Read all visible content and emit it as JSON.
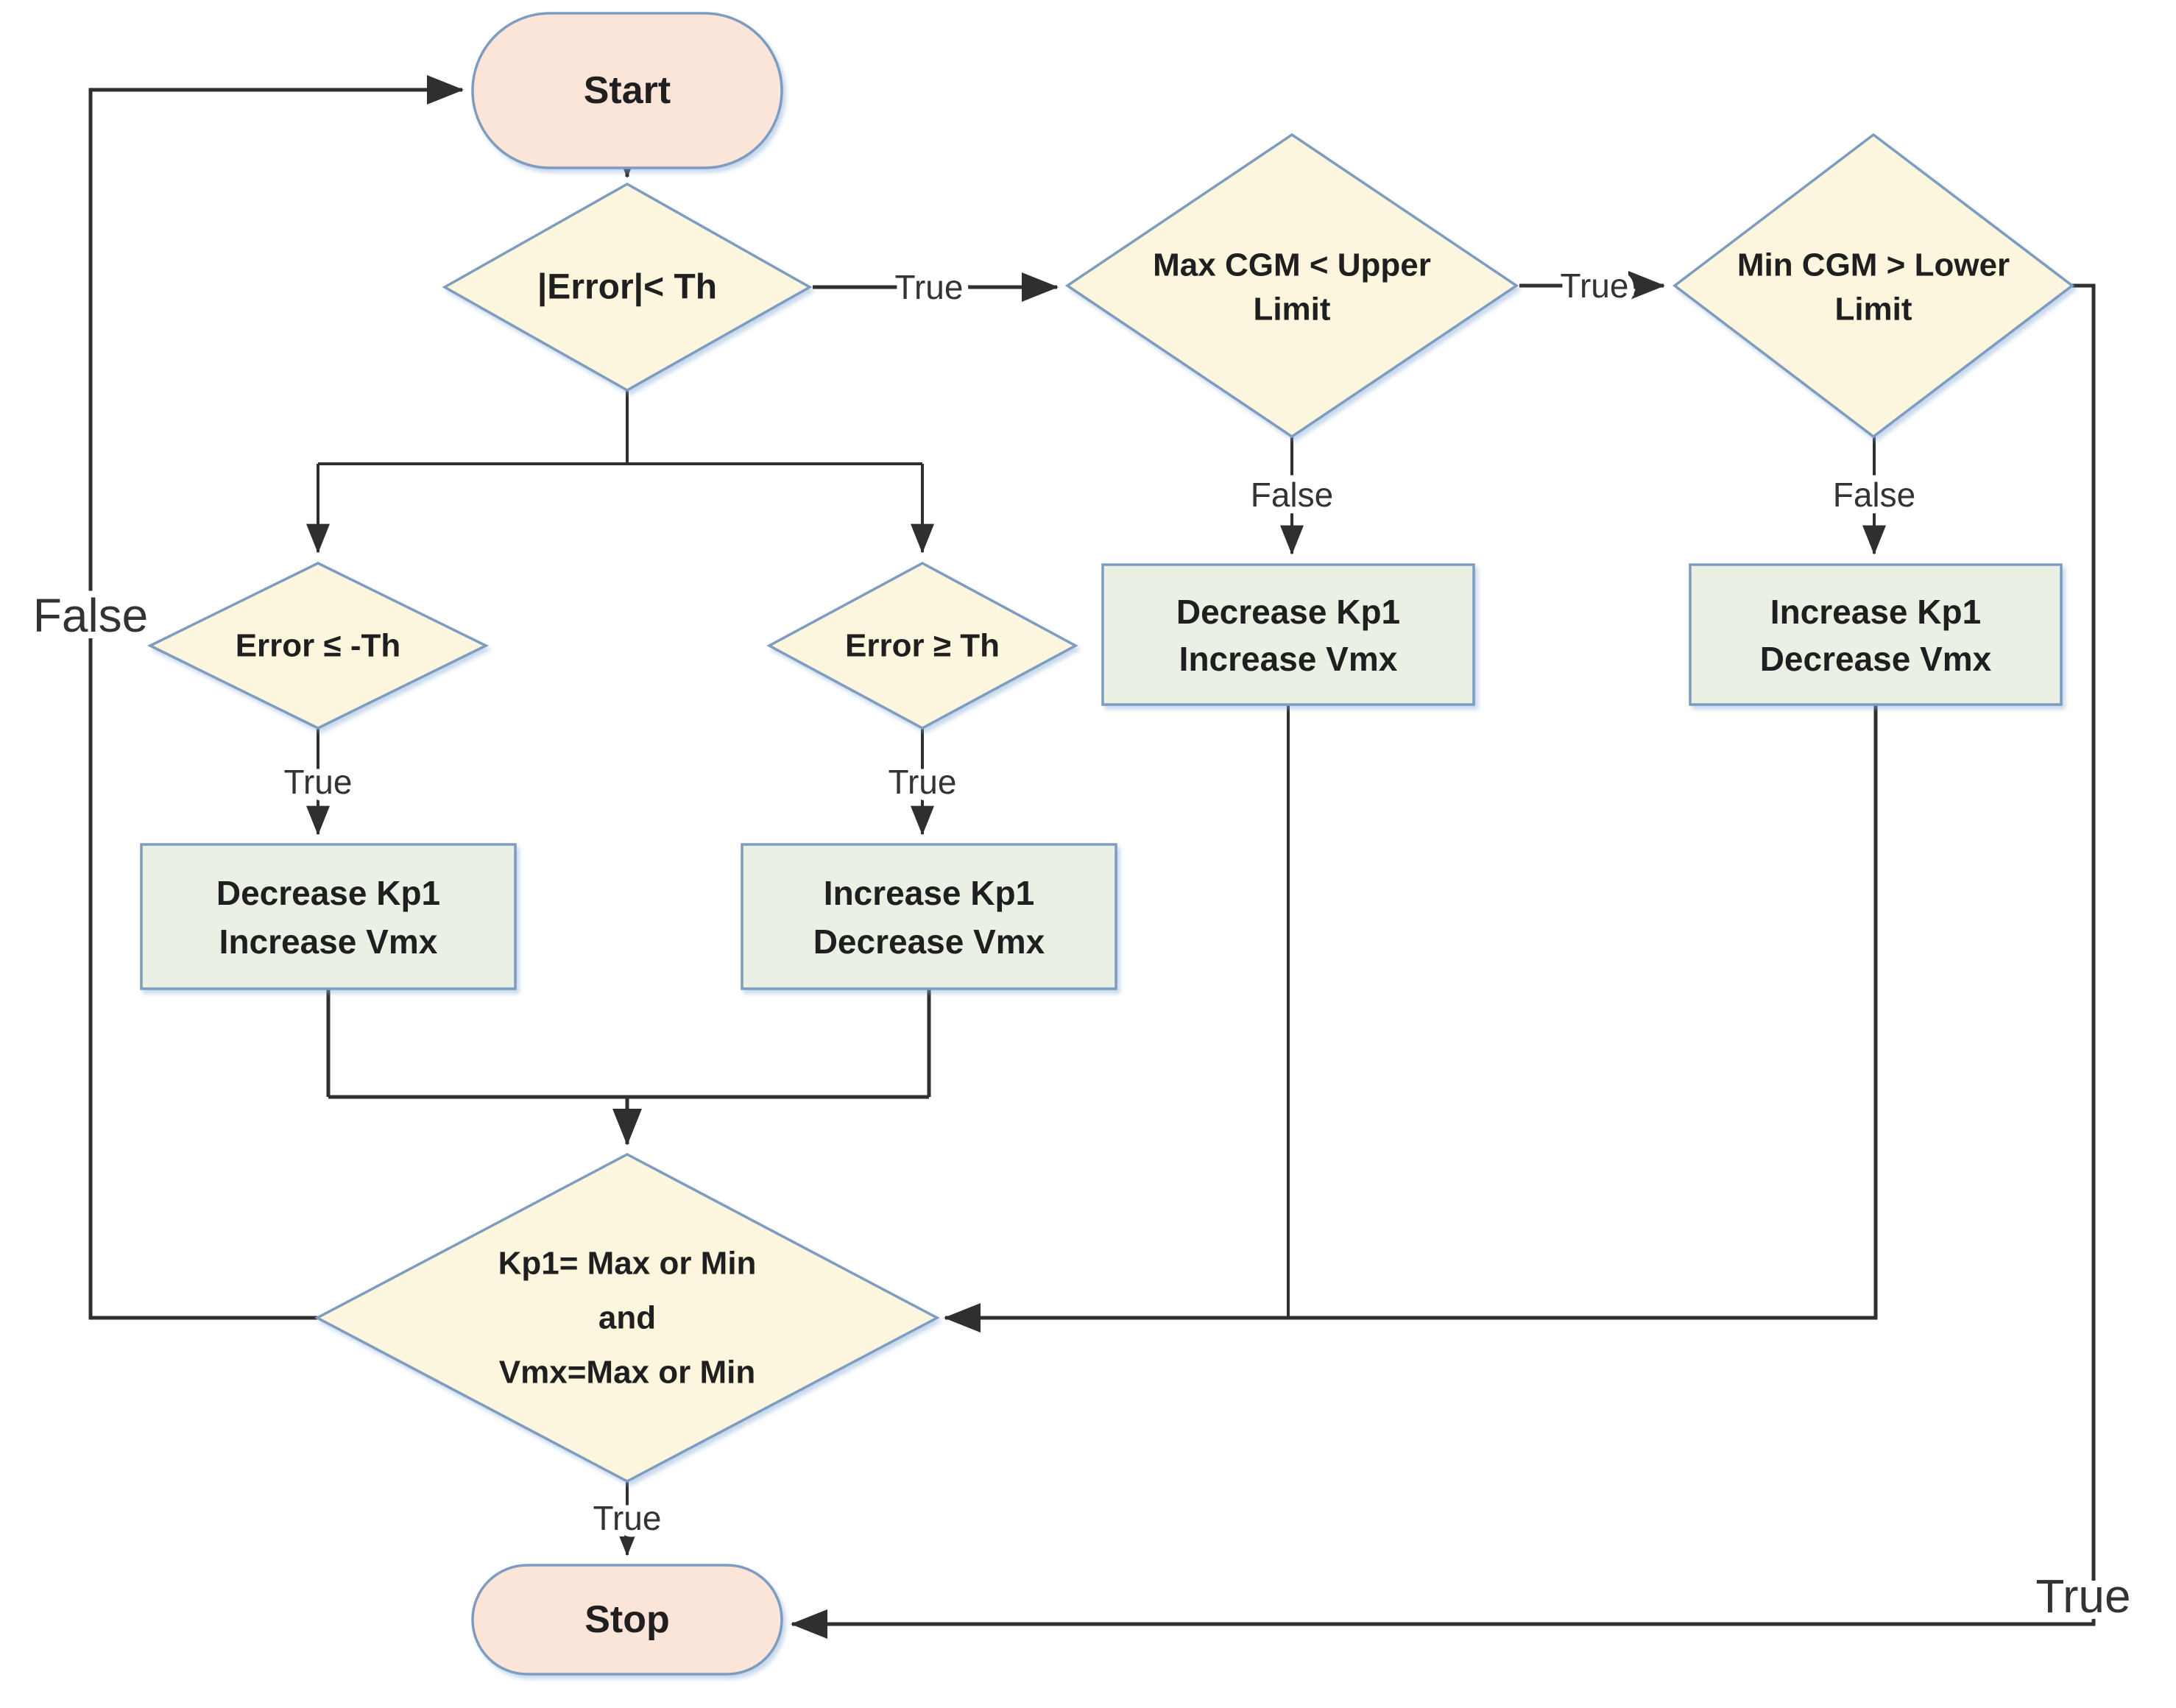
{
  "colors": {
    "background": "#ffffff",
    "terminal_fill": "#fbe5d8",
    "decision_fill": "#fdf6de",
    "process_fill": "#eaf0e3",
    "shape_stroke": "#7d9cbf",
    "line": "#2f2f2f",
    "node_text": "#1f1f1f",
    "edge_label": "#333333"
  },
  "nodes": {
    "start": {
      "label": "Start"
    },
    "abs_error_check": {
      "label": "|Error|< Th"
    },
    "max_cgm_check": {
      "line1": "Max CGM < Upper",
      "line2": "Limit"
    },
    "min_cgm_check": {
      "line1": "Min CGM > Lower",
      "line2": "Limit"
    },
    "error_below_check": {
      "label": "Error ≤ -Th"
    },
    "error_above_check": {
      "label": "Error ≥ Th"
    },
    "decrease_kp1_increase_vmx_left": {
      "line1": "Decrease Kp1",
      "line2": "Increase Vmx"
    },
    "increase_kp1_decrease_vmx_mid": {
      "line1": "Increase Kp1",
      "line2": "Decrease Vmx"
    },
    "decrease_kp1_increase_vmx_right": {
      "line1": "Decrease Kp1",
      "line2": "Increase Vmx"
    },
    "increase_kp1_decrease_vmx_far_right": {
      "line1": "Increase Kp1",
      "line2": "Decrease Vmx"
    },
    "limits_check": {
      "line1": "Kp1= Max or Min",
      "line2": "and",
      "line3": "Vmx=Max or Min"
    },
    "stop": {
      "label": "Stop"
    }
  },
  "edge_labels": {
    "abs_error_true": "True",
    "max_cgm_true": "True",
    "max_cgm_false": "False",
    "min_cgm_false": "False",
    "error_below_true": "True",
    "error_above_true": "True",
    "limits_false": "False",
    "limits_true": "True",
    "min_cgm_true": "True"
  }
}
